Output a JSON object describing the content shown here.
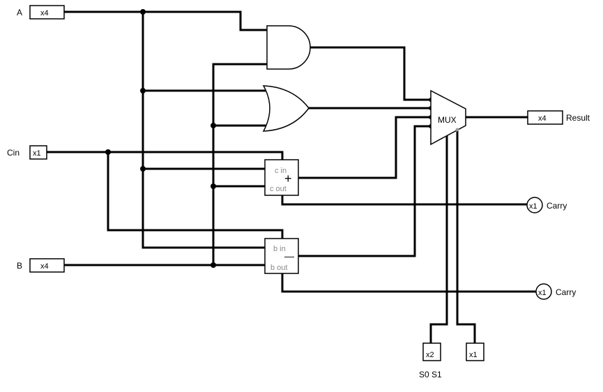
{
  "inputs": {
    "a": {
      "label": "A",
      "width": "x4"
    },
    "cin": {
      "label": "Cin",
      "width": "x1"
    },
    "b": {
      "label": "B",
      "width": "x4"
    },
    "s0": {
      "width": "x2"
    },
    "s1": {
      "width": "x1"
    },
    "select_label": "S0 S1"
  },
  "outputs": {
    "result": {
      "label": "Result",
      "width": "x4"
    },
    "carry_adder": {
      "label": "Carry",
      "width": "x1"
    },
    "carry_sub": {
      "label": "Carry",
      "width": "x1"
    }
  },
  "mux": {
    "label": "MUX"
  },
  "adder": {
    "cin_label": "c in",
    "cout_label": "c out",
    "symbol": "+"
  },
  "subtractor": {
    "bin_label": "b in",
    "bout_label": "b out",
    "symbol": "—"
  }
}
